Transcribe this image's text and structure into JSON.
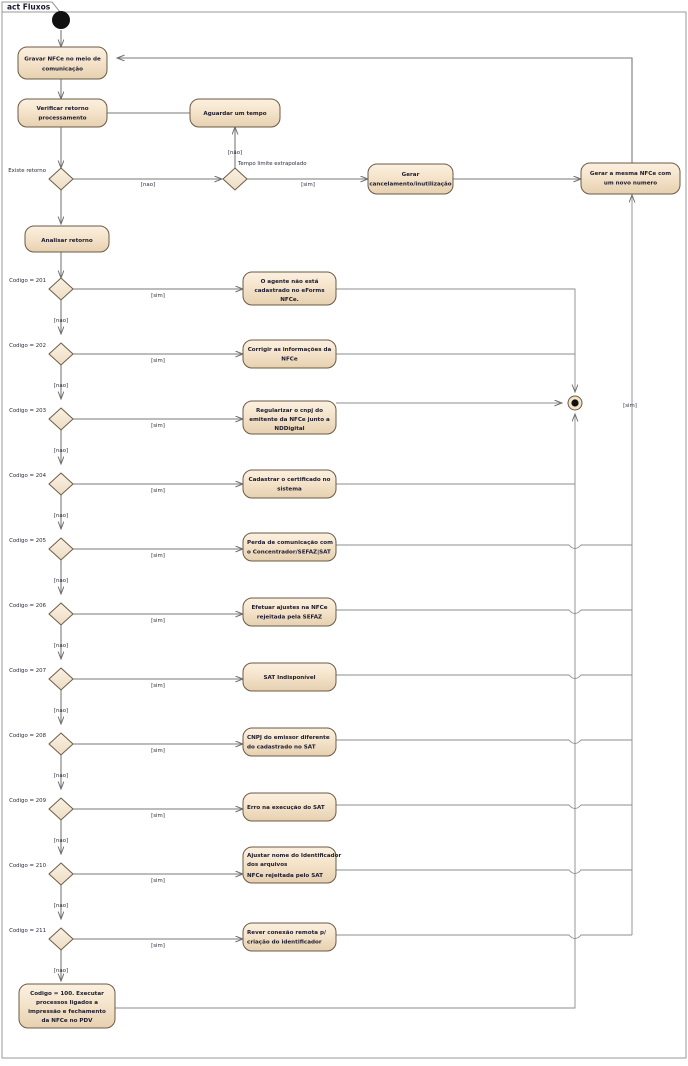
{
  "diagram": {
    "tab_label": "act Fluxos",
    "type": "uml-activity-diagram",
    "colors": {
      "node_fill_top": "#f6e6d0",
      "node_fill_bottom": "#ecd9bd",
      "node_stroke": "#6b5a45",
      "edge_stroke": "#7a7a7a",
      "frame_stroke": "#9a9a9a",
      "background": "#ffffff",
      "text": "#1a1a2e"
    }
  },
  "nodes": {
    "initial": {
      "name": "initial-node",
      "shape": "filled-circle"
    },
    "final": {
      "name": "activity-final-node",
      "shape": "bullseye"
    },
    "gravar": {
      "label_line1": "Gravar NFCe no meio de",
      "label_line2": "comunicação"
    },
    "verificar": {
      "label_line1": "Verificar retorno",
      "label_line2": "processamento"
    },
    "aguardar": {
      "label_line1": "Aguardar um tempo"
    },
    "gerar_cancel": {
      "label_line1": "Gerar",
      "label_line2": "cancelamento/inutilização"
    },
    "gerar_mesma": {
      "label_line1": "Gerar a mesma NFCe com",
      "label_line2": "um novo numero"
    },
    "analisar": {
      "label_line1": "Analisar retorno"
    },
    "final_acao": {
      "label_line1": "Codigo = 100. Executar",
      "label_line2": "processos ligados a",
      "label_line3": "impressão e fechamento",
      "label_line4": "da NFCe no PDV"
    }
  },
  "decisions": [
    {
      "id": "existe-retorno",
      "label": "Existe retorno",
      "yes_guard": "[nao]",
      "no_guard": "[nao]"
    },
    {
      "id": "tempo-limite",
      "label": "Tempo limite extrapolado",
      "up_guard": "[não]",
      "right_guard": "[sim]"
    }
  ],
  "code_branches": [
    {
      "code": "Codigo = 201",
      "yes_guard": "[sim]",
      "no_guard": "[nao]",
      "action": {
        "lines": [
          "O agente não está",
          "cadastrado no eForms",
          "NFCe."
        ],
        "align": "center"
      }
    },
    {
      "code": "Codigo = 202",
      "yes_guard": "[sim]",
      "no_guard": "[nao]",
      "action": {
        "lines": [
          "Corrigir as informações da",
          "NFCe"
        ],
        "align": "center"
      }
    },
    {
      "code": "Codigo = 203",
      "yes_guard": "[sim]",
      "no_guard": "[nao]",
      "action": {
        "lines": [
          "Regularizar o cnpj do",
          "emitente da NFCe junto a",
          "NDDigital"
        ],
        "align": "center"
      }
    },
    {
      "code": "Codigo = 204",
      "yes_guard": "[sim]",
      "no_guard": "[nao]",
      "action": {
        "lines": [
          "Cadastrar o certificado no",
          "sistema"
        ],
        "align": "center"
      }
    },
    {
      "code": "Codigo = 205",
      "yes_guard": "[sim]",
      "no_guard": "[nao]",
      "action": {
        "lines": [
          "Perda de comunicação com",
          "o Concentrador/SEFAZ|SAT"
        ],
        "align": "left"
      }
    },
    {
      "code": "Codigo = 206",
      "yes_guard": "[sim]",
      "no_guard": "[nao]",
      "action": {
        "lines": [
          "Efetuar ajustes na NFCe",
          "rejeitada pela SEFAZ"
        ],
        "align": "center"
      }
    },
    {
      "code": "Codigo = 207",
      "yes_guard": "[sim]",
      "no_guard": "[nao]",
      "action": {
        "lines": [
          "SAT Indisponível"
        ],
        "align": "center"
      }
    },
    {
      "code": "Codigo = 208",
      "yes_guard": "[sim]",
      "no_guard": "[nao]",
      "action": {
        "lines": [
          "CNPJ do emissor diferente",
          "do cadastrado no SAT"
        ],
        "align": "left"
      }
    },
    {
      "code": "Codigo = 209",
      "yes_guard": "[sim]",
      "no_guard": "[nao]",
      "action": {
        "lines": [
          "Erro na execução do SAT"
        ],
        "align": "left"
      }
    },
    {
      "code": "Codigo = 210",
      "yes_guard": "[sim]",
      "no_guard": "[nao]",
      "action": {
        "lines": [
          "Ajustar nome do Identificador",
          "dos arquivos",
          "NFCe rejeitada pelo SAT"
        ],
        "align": "left"
      }
    },
    {
      "code": "Codigo = 211",
      "yes_guard": "[sim]",
      "no_guard": "[nao]",
      "action": {
        "lines": [
          "Rever conexão remota p/",
          "criação do identificador"
        ],
        "align": "left"
      }
    }
  ],
  "edge_labels": {
    "right_return_sim": "[sim]"
  }
}
